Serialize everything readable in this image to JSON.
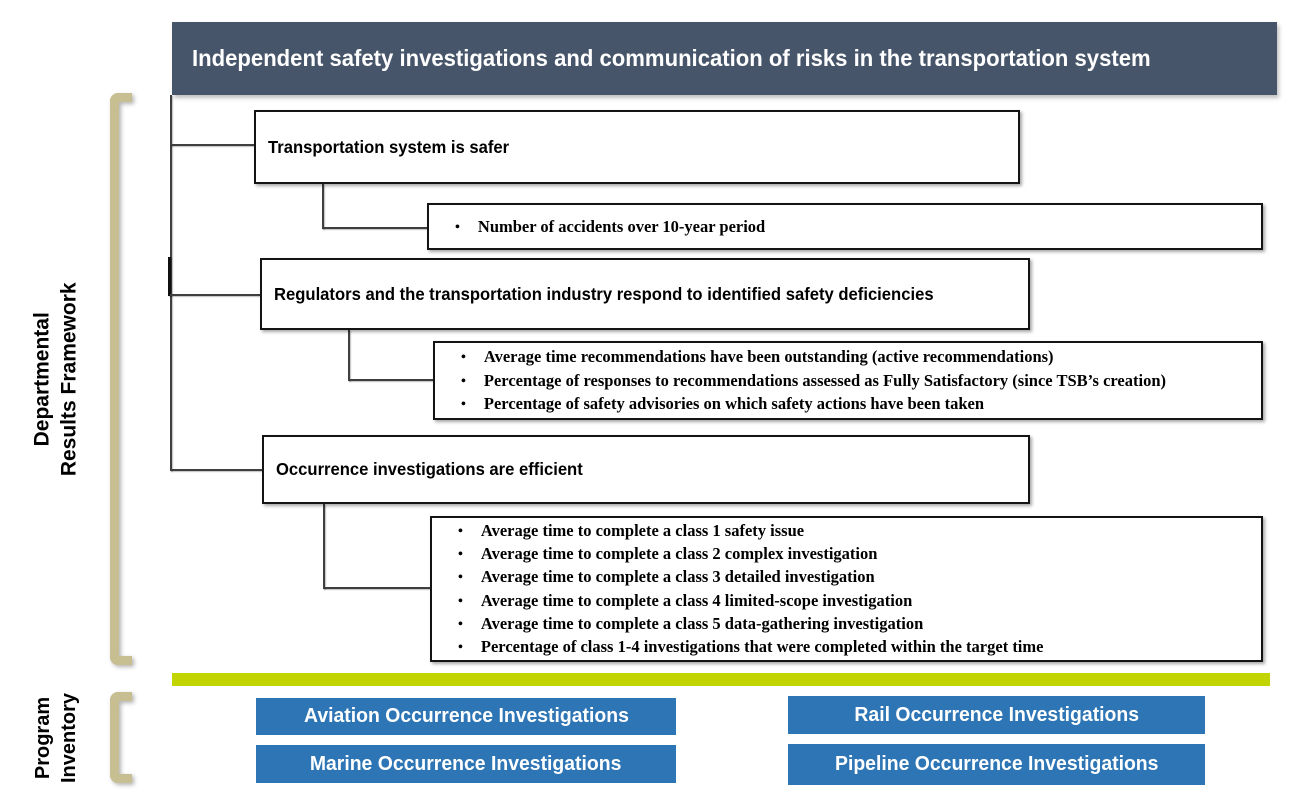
{
  "header": {
    "title": "Independent safety investigations and communication of risks in the transportation system"
  },
  "framework": {
    "label_line1": "Departmental",
    "label_line2": "Results Framework",
    "outcomes": [
      {
        "title": "Transportation system is safer",
        "indicators": [
          "Number of accidents over 10-year period"
        ]
      },
      {
        "title": "Regulators and the transportation industry respond to identified safety deficiencies",
        "indicators": [
          "Average time recommendations have been outstanding (active recommendations)",
          "Percentage of responses to recommendations assessed as Fully Satisfactory (since TSB’s creation)",
          "Percentage of safety advisories on which safety actions have been taken"
        ]
      },
      {
        "title": "Occurrence investigations are efficient",
        "indicators": [
          "Average time to complete a class 1 safety issue",
          "Average time to complete a class 2 complex investigation",
          "Average time to complete a class 3 detailed investigation",
          "Average time to complete a class 4 limited-scope investigation",
          "Average time to complete a class 5 data-gathering investigation",
          "Percentage of class 1-4 investigations that were completed within the target time"
        ]
      }
    ]
  },
  "program_inventory": {
    "label_line1": "Program",
    "label_line2": "Inventory",
    "programs": [
      {
        "label": "Aviation Occurrence Investigations"
      },
      {
        "label": "Rail Occurrence Investigations"
      },
      {
        "label": "Marine Occurrence Investigations"
      },
      {
        "label": "Pipeline Occurrence Investigations"
      }
    ]
  },
  "colors": {
    "header_bg": "#465569",
    "divider": "#C3D500",
    "program_button": "#2E75B5",
    "bracket": "#C7BE92"
  }
}
